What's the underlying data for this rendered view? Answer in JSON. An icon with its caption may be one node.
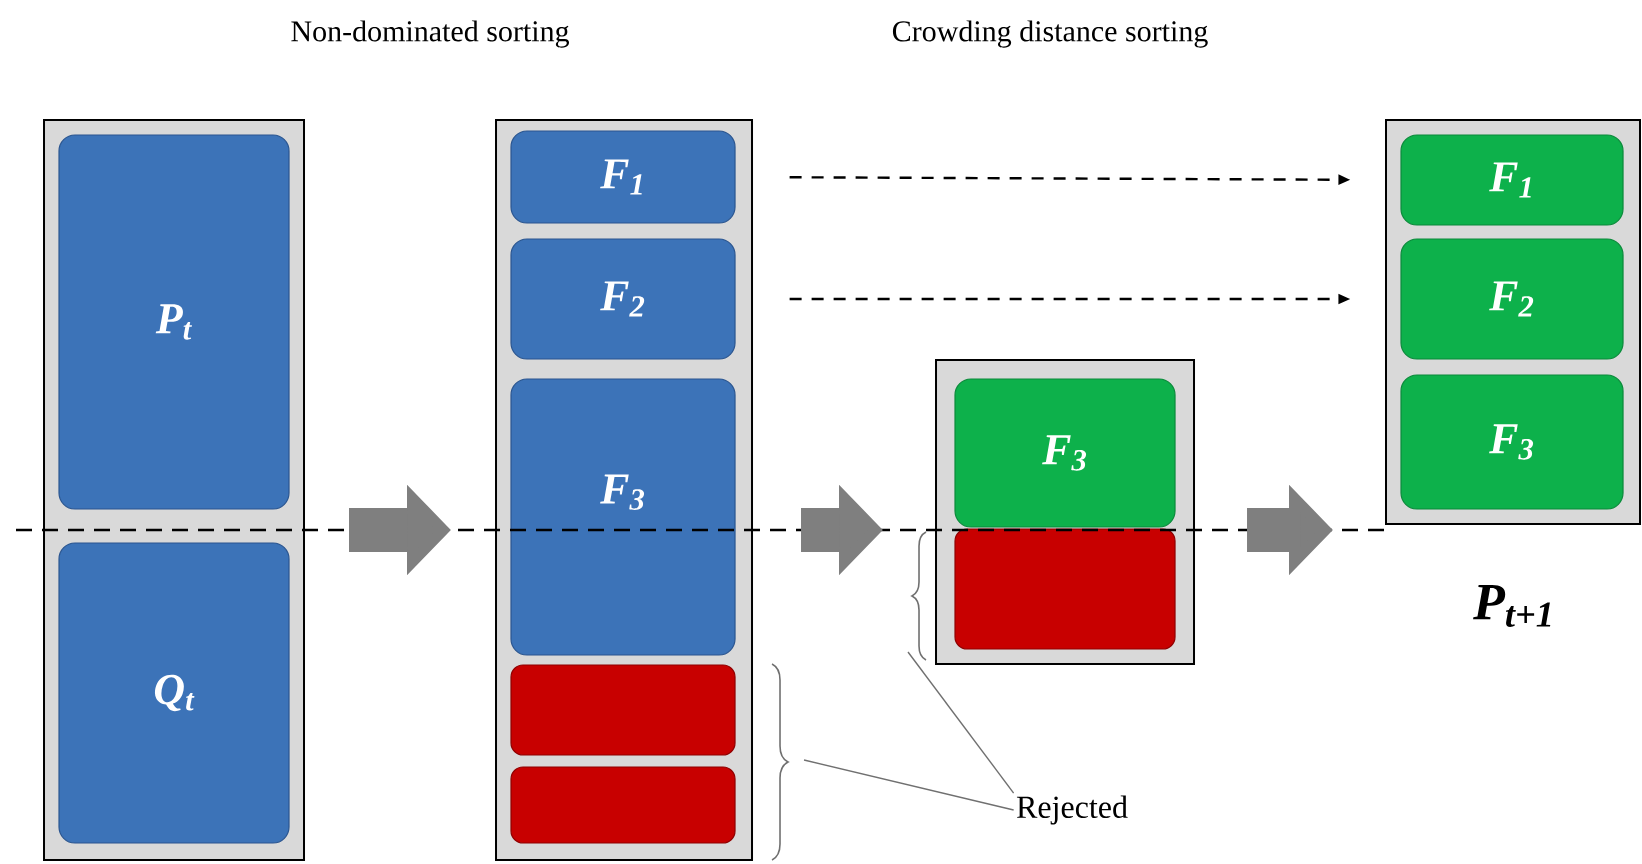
{
  "diagram": {
    "nodes": [
      {
        "text": [],
        "shape": "box"
      },
      {
        "text": [
          "P$_{t}$"
        ],
        "in": 0
      },
      {
        "text": [
          "Q$_{t}$"
        ],
        "in": 0
      },
      {
        "text": [],
        "shape": "box"
      },
      {
        "text": [
          "F$_{1}$"
        ],
        "in": 3
      },
      {
        "text": [
          "F$_{2}$"
        ],
        "in": 3
      },
      {
        "text": [
          "F$_{3}$"
        ],
        "in": 3
      },
      {
        "text": [],
        "shape": "box",
        "in": 3
      },
      {
        "text": [],
        "shape": "box",
        "in": 3
      },
      {
        "text": [],
        "shape": "box"
      },
      {
        "text": [
          "F$_{3}$"
        ],
        "in": 9
      },
      {
        "text": [],
        "shape": "box",
        "in": 9
      },
      {
        "text": [],
        "shape": "box",
        "beside": [
          "P$_{t+1}$"
        ]
      },
      {
        "text": [
          "F$_{1}$"
        ],
        "in": 12
      },
      {
        "text": [
          "F$_{2}$"
        ],
        "in": 12
      },
      {
        "text": [
          "F$_{3}$"
        ],
        "in": 12
      },
      {
        "text": [
          "Rejected"
        ]
      }
    ],
    "edges": [
      {
        "from": 0,
        "to": 3,
        "arrow": "to",
        "style": "thick"
      },
      {
        "from": 3,
        "to": 9,
        "arrow": "to",
        "style": "thick"
      },
      {
        "from": 9,
        "to": 12,
        "arrow": "to",
        "style": "thick"
      },
      {
        "from": 4,
        "to": 13,
        "arrow": "to",
        "style": "dashed",
        "color": "#000000"
      },
      {
        "from": 5,
        "to": 14,
        "arrow": "to",
        "style": "dashed",
        "color": "#000000"
      },
      {
        "from": 16,
        "to": null,
        "arrow": "none"
      },
      {
        "from": 16,
        "to": null,
        "arrow": "none"
      }
    ],
    "labels": [
      "Non-dominated sorting",
      "Crowding distance sorting"
    ]
  }
}
